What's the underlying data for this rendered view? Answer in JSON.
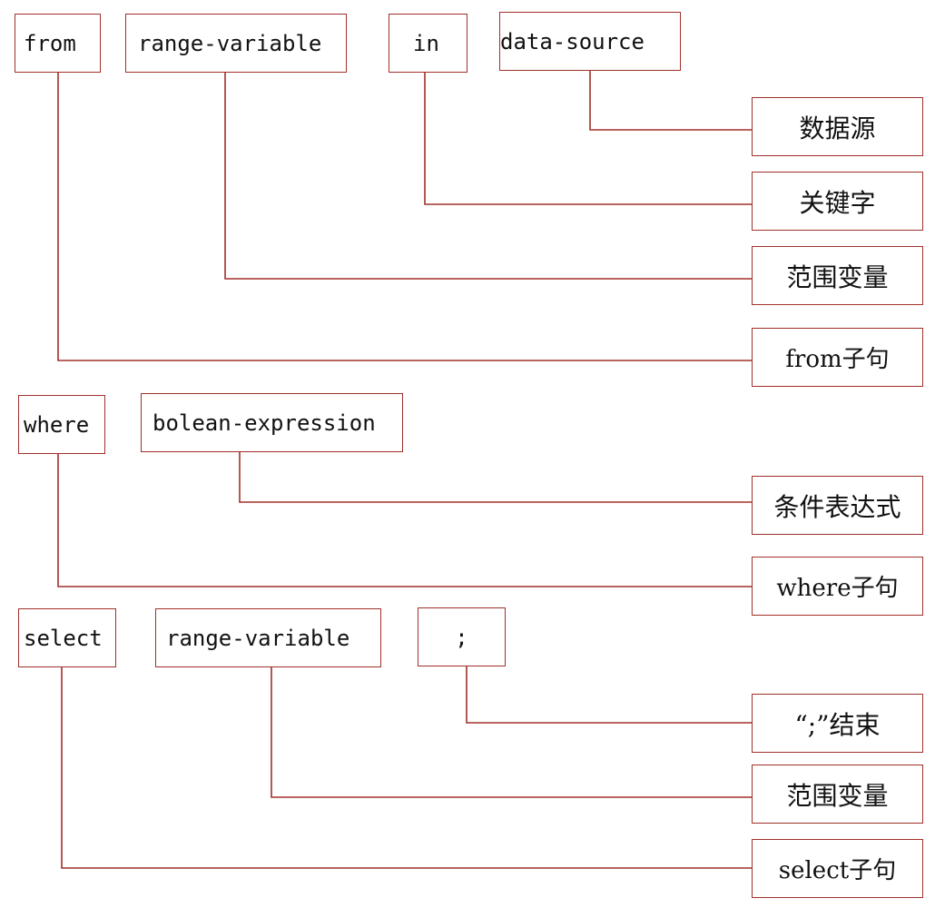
{
  "line_color": "#a0302a",
  "clauses": {
    "from": {
      "keyword": "from",
      "range_variable": "range-variable",
      "in_keyword": "in",
      "data_source": "data-source"
    },
    "where": {
      "keyword": "where",
      "condition": "bolean-expression"
    },
    "select": {
      "keyword": "select",
      "range_variable": "range-variable",
      "terminator": ";"
    }
  },
  "annotations": {
    "data_source": "数据源",
    "keyword": "关键字",
    "range_variable_from": "范围变量",
    "from_clause": "from子句",
    "condition_expression": "条件表达式",
    "where_clause": "where子句",
    "terminator_end": "“;”结束",
    "range_variable_select": "范围变量",
    "select_clause": "select子句"
  }
}
